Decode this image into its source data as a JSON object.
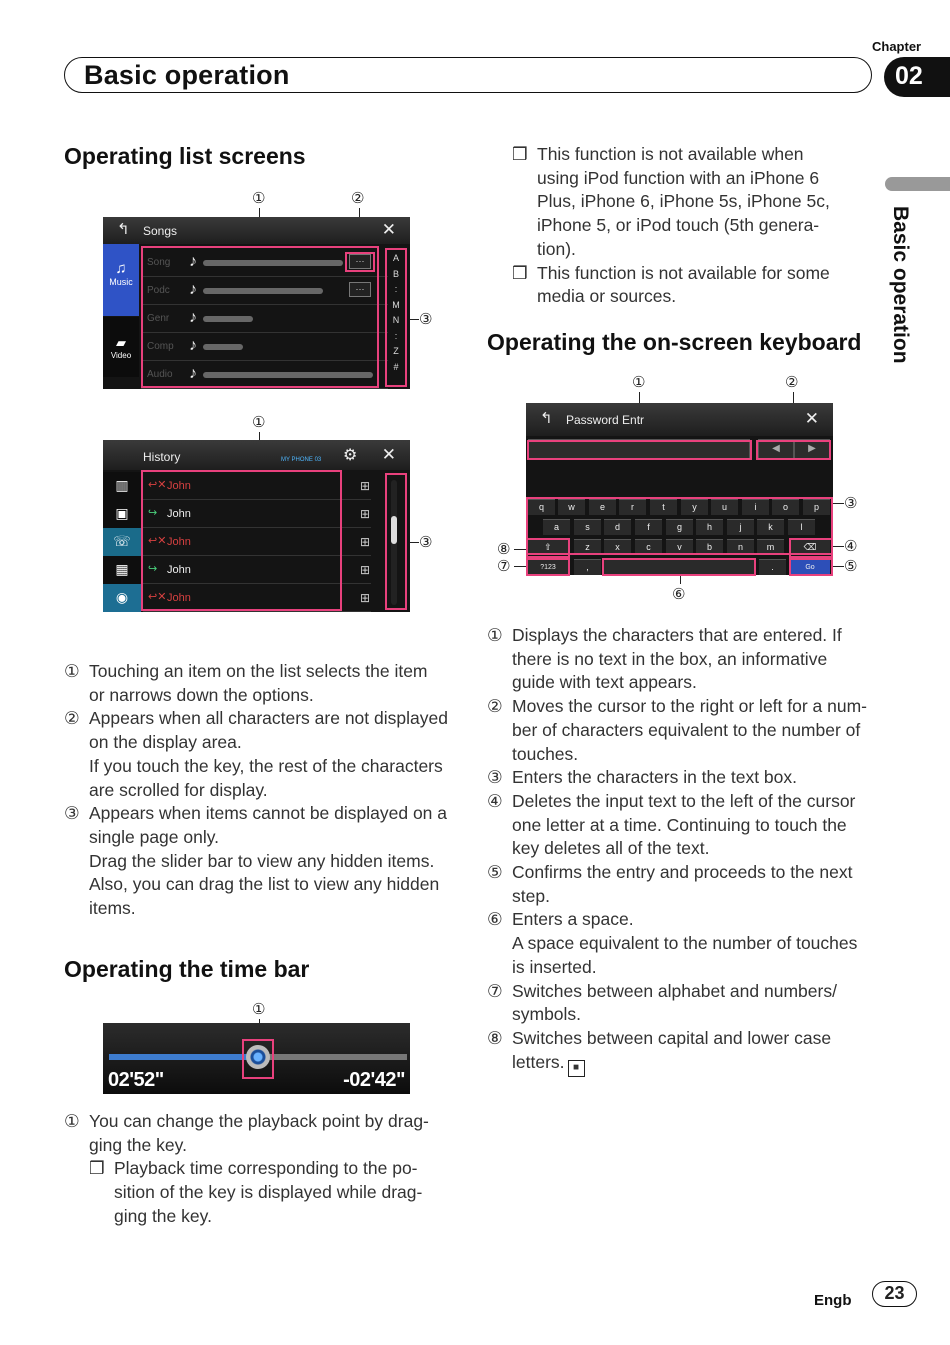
{
  "header": {
    "chapter_label": "Chapter",
    "chapter_number": "02",
    "title": "Basic operation",
    "side_tab": "Basic operation"
  },
  "sections": {
    "list_screens": {
      "title": "Operating list screens",
      "callouts": [
        "①",
        "②",
        "③"
      ],
      "songs_screen": {
        "title": "Songs",
        "categories": [
          "Song",
          "Podc",
          "Genr",
          "Comp",
          "Audio"
        ],
        "index": [
          "A",
          "B",
          ":",
          "M",
          "N",
          ":",
          "Z",
          "#"
        ],
        "sources": [
          "Music",
          "Video"
        ],
        "more": "···"
      },
      "history_screen": {
        "title": "History",
        "phone": "MY PHONE 03",
        "contacts": [
          "John",
          "John",
          "John",
          "John",
          "John"
        ]
      },
      "items": [
        {
          "num": "①",
          "lines": [
            "Touching an item on the list selects the item",
            "or narrows down the options."
          ]
        },
        {
          "num": "②",
          "lines": [
            "Appears when all characters are not displayed",
            "on the display area.",
            "If you touch the key, the rest of the characters",
            "are scrolled for display."
          ]
        },
        {
          "num": "③",
          "lines": [
            "Appears when items cannot be displayed on a",
            "single page only.",
            "Drag the slider bar to view any hidden items.",
            "Also, you can drag the list to view any hidden",
            "items."
          ]
        }
      ]
    },
    "time_bar": {
      "title": "Operating the time bar",
      "callout": "①",
      "elapsed": "02'52\"",
      "remaining": "-02'42\"",
      "progress": 0.5,
      "items": [
        {
          "num": "①",
          "lines": [
            "You can change the playback point by drag-",
            "ging the key."
          ]
        }
      ],
      "subitems": [
        {
          "box": "❒",
          "lines": [
            "Playback time corresponding to the po-",
            "sition of the key is displayed while drag-",
            "ging the key."
          ]
        }
      ]
    },
    "notes_top": [
      {
        "box": "❒",
        "lines": [
          "This function is not available when",
          "using iPod function with an iPhone 6",
          "Plus, iPhone 6, iPhone 5s, iPhone 5c,",
          "iPhone 5, or iPod touch (5th genera-",
          "tion)."
        ]
      },
      {
        "box": "❒",
        "lines": [
          "This function is not available for some",
          "media or sources."
        ]
      }
    ],
    "keyboard": {
      "title": "Operating the on-screen keyboard",
      "screen_title": "Password Entr",
      "callouts": [
        "①",
        "②",
        "③",
        "④",
        "⑤",
        "⑥",
        "⑦",
        "⑧"
      ],
      "row1": [
        "q",
        "w",
        "e",
        "r",
        "t",
        "y",
        "u",
        "i",
        "o",
        "p"
      ],
      "row2": [
        "a",
        "s",
        "d",
        "f",
        "g",
        "h",
        "j",
        "k",
        "l"
      ],
      "row3": [
        "z",
        "x",
        "c",
        "v",
        "b",
        "n",
        "m"
      ],
      "num_key": "?123",
      "comma_key": ",",
      "period_key": ".",
      "go_key": "Go",
      "items": [
        {
          "num": "①",
          "lines": [
            "Displays the characters that are entered. If",
            "there is no text in the box, an informative",
            "guide with text appears."
          ]
        },
        {
          "num": "②",
          "lines": [
            "Moves the cursor to the right or left for a num-",
            "ber of characters equivalent to the number of",
            "touches."
          ]
        },
        {
          "num": "③",
          "lines": [
            "Enters the characters in the text box."
          ]
        },
        {
          "num": "④",
          "lines": [
            "Deletes the input text to the left of the cursor",
            "one letter at a time. Continuing to touch the",
            "key deletes all of the text."
          ]
        },
        {
          "num": "⑤",
          "lines": [
            "Confirms the entry and proceeds to the next",
            "step."
          ]
        },
        {
          "num": "⑥",
          "lines": [
            "Enters a space.",
            "A space equivalent to the number of touches",
            "is inserted."
          ]
        },
        {
          "num": "⑦",
          "lines": [
            "Switches between alphabet and numbers/",
            "symbols."
          ]
        },
        {
          "num": "⑧",
          "lines": [
            "Switches between capital and lower case",
            "letters."
          ]
        }
      ],
      "end_mark": "■"
    }
  },
  "footer": {
    "lang": "Engb",
    "page": "23"
  }
}
